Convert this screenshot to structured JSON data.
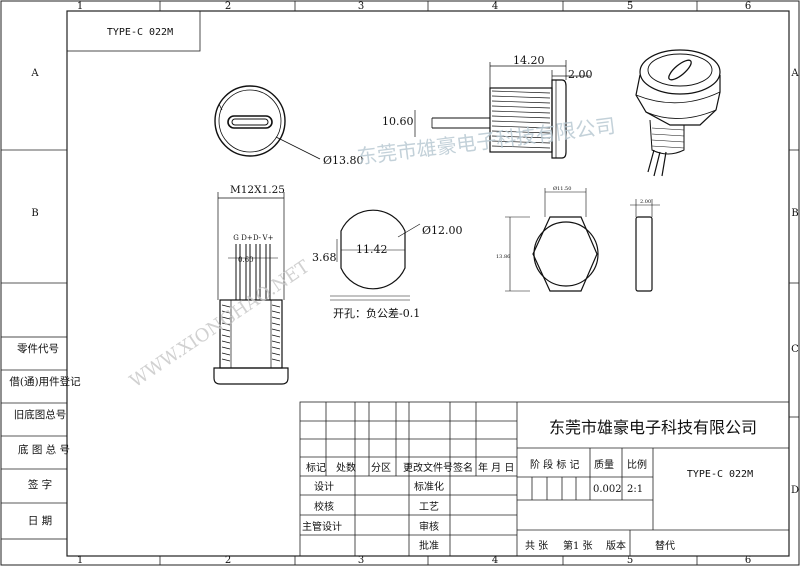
{
  "frame": {
    "columns": [
      "1",
      "2",
      "3",
      "4",
      "5",
      "6"
    ],
    "rows": [
      "A",
      "B",
      "C",
      "D"
    ]
  },
  "title_box": "TYPE-C 022M",
  "dimensions": {
    "length": "14.20",
    "flange": "2.00",
    "height": "10.60",
    "front_dia": "Ø13.80",
    "thread": "M12X1.25",
    "pin_labels": [
      "G",
      "D+",
      "D-",
      "V+"
    ],
    "pin_pitch": "0.60",
    "hole_dia": "Ø12.00",
    "hole_flat": "11.42",
    "hole_offset": "3.68",
    "nut_across": "Ø11.50",
    "nut_width": "13.86",
    "nut_thick": "2.00",
    "hole_note": "开孔：负公差-0.1"
  },
  "watermark": {
    "company": "东莞市雄豪电子科技有限公司",
    "site": "WWW.XIONGHAO.NET"
  },
  "side_labels": [
    "零件代号",
    "借(通)用件登记",
    "旧底图总号",
    "底 图 总 号",
    "签 字",
    "日 期"
  ],
  "title_block": {
    "company": "东莞市雄豪电子科技有限公司",
    "rev_headers": [
      "标记",
      "处数",
      "分区",
      "更改文件号",
      "签名",
      "年 月 日"
    ],
    "roles_left": [
      "设计",
      "校核",
      "主管设计"
    ],
    "roles_mid": [
      "标准化",
      "工艺",
      "审核",
      "批准"
    ],
    "stage_label": "阶 段 标 记",
    "mass_label": "质量",
    "scale_label": "比例",
    "mass_value": "0.002",
    "scale_value": "2:1",
    "part_name": "TYPE-C 022M",
    "sheet_total": "共  张",
    "sheet_no": "第1  张",
    "version": "版本",
    "replace": "替代"
  }
}
